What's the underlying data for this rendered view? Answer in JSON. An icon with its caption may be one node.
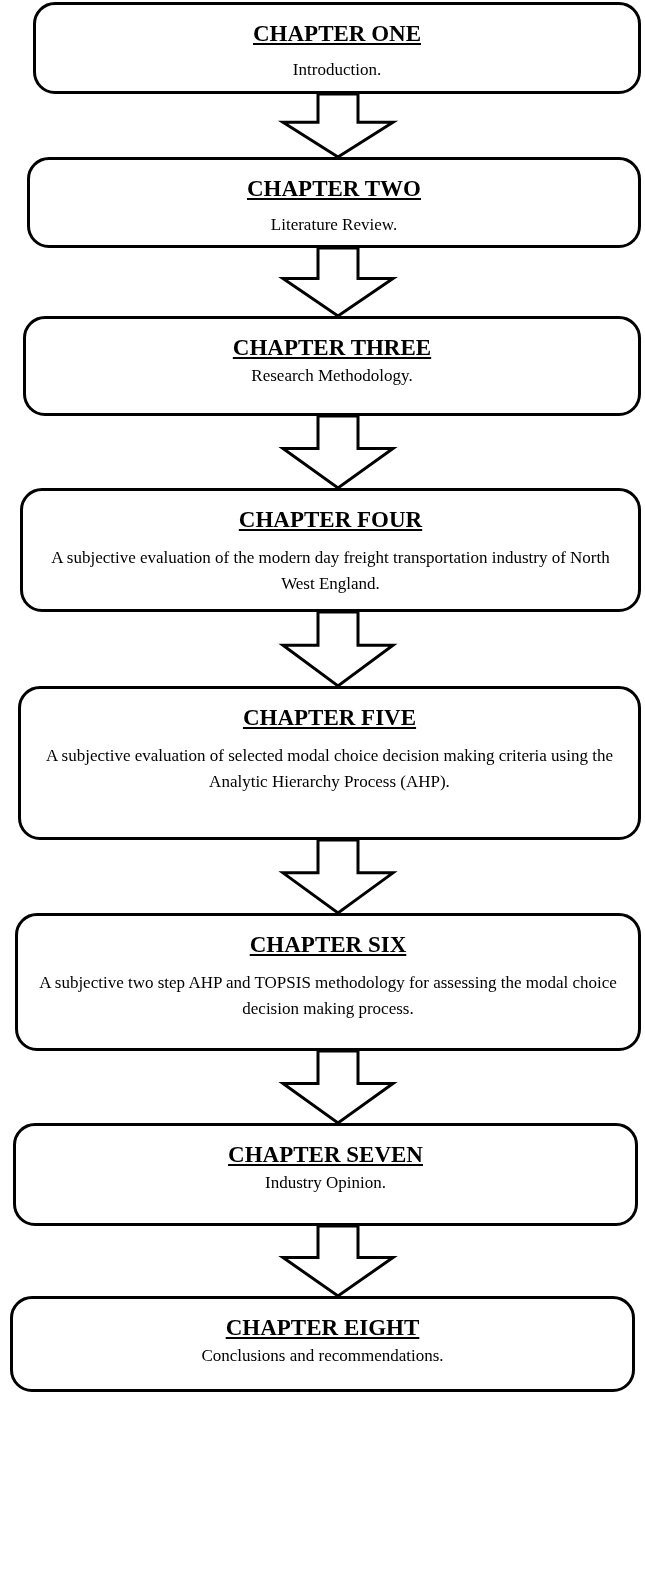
{
  "diagram": {
    "nodes": [
      {
        "text": [
          "CHAPTER ONE",
          "Introduction."
        ]
      },
      {
        "text": [
          "CHAPTER TWO",
          "Literature Review."
        ]
      },
      {
        "text": [
          "CHAPTER THREE",
          "Research Methodology."
        ]
      },
      {
        "text": [
          "CHAPTER FOUR",
          "A subjective evaluation of the modern day freight transportation industry of North West England."
        ]
      },
      {
        "text": [
          "CHAPTER FIVE",
          "A subjective evaluation of selected modal choice decision making criteria using the Analytic Hierarchy Process (AHP)."
        ]
      },
      {
        "text": [
          "CHAPTER SIX",
          "A subjective two step AHP and TOPSIS methodology for assessing the modal choice decision making process."
        ]
      },
      {
        "text": [
          "CHAPTER SEVEN",
          "Industry Opinion."
        ]
      },
      {
        "text": [
          "CHAPTER EIGHT",
          "Conclusions and recommendations."
        ]
      }
    ],
    "edges": [
      {
        "from": 0,
        "to": 1,
        "arrow": "to"
      },
      {
        "from": 1,
        "to": 2,
        "arrow": "to"
      },
      {
        "from": 2,
        "to": 3,
        "arrow": "to"
      },
      {
        "from": 3,
        "to": 4,
        "arrow": "to"
      },
      {
        "from": 4,
        "to": 5,
        "arrow": "to"
      },
      {
        "from": 5,
        "to": 6,
        "arrow": "to"
      },
      {
        "from": 6,
        "to": 7,
        "arrow": "to"
      }
    ]
  }
}
